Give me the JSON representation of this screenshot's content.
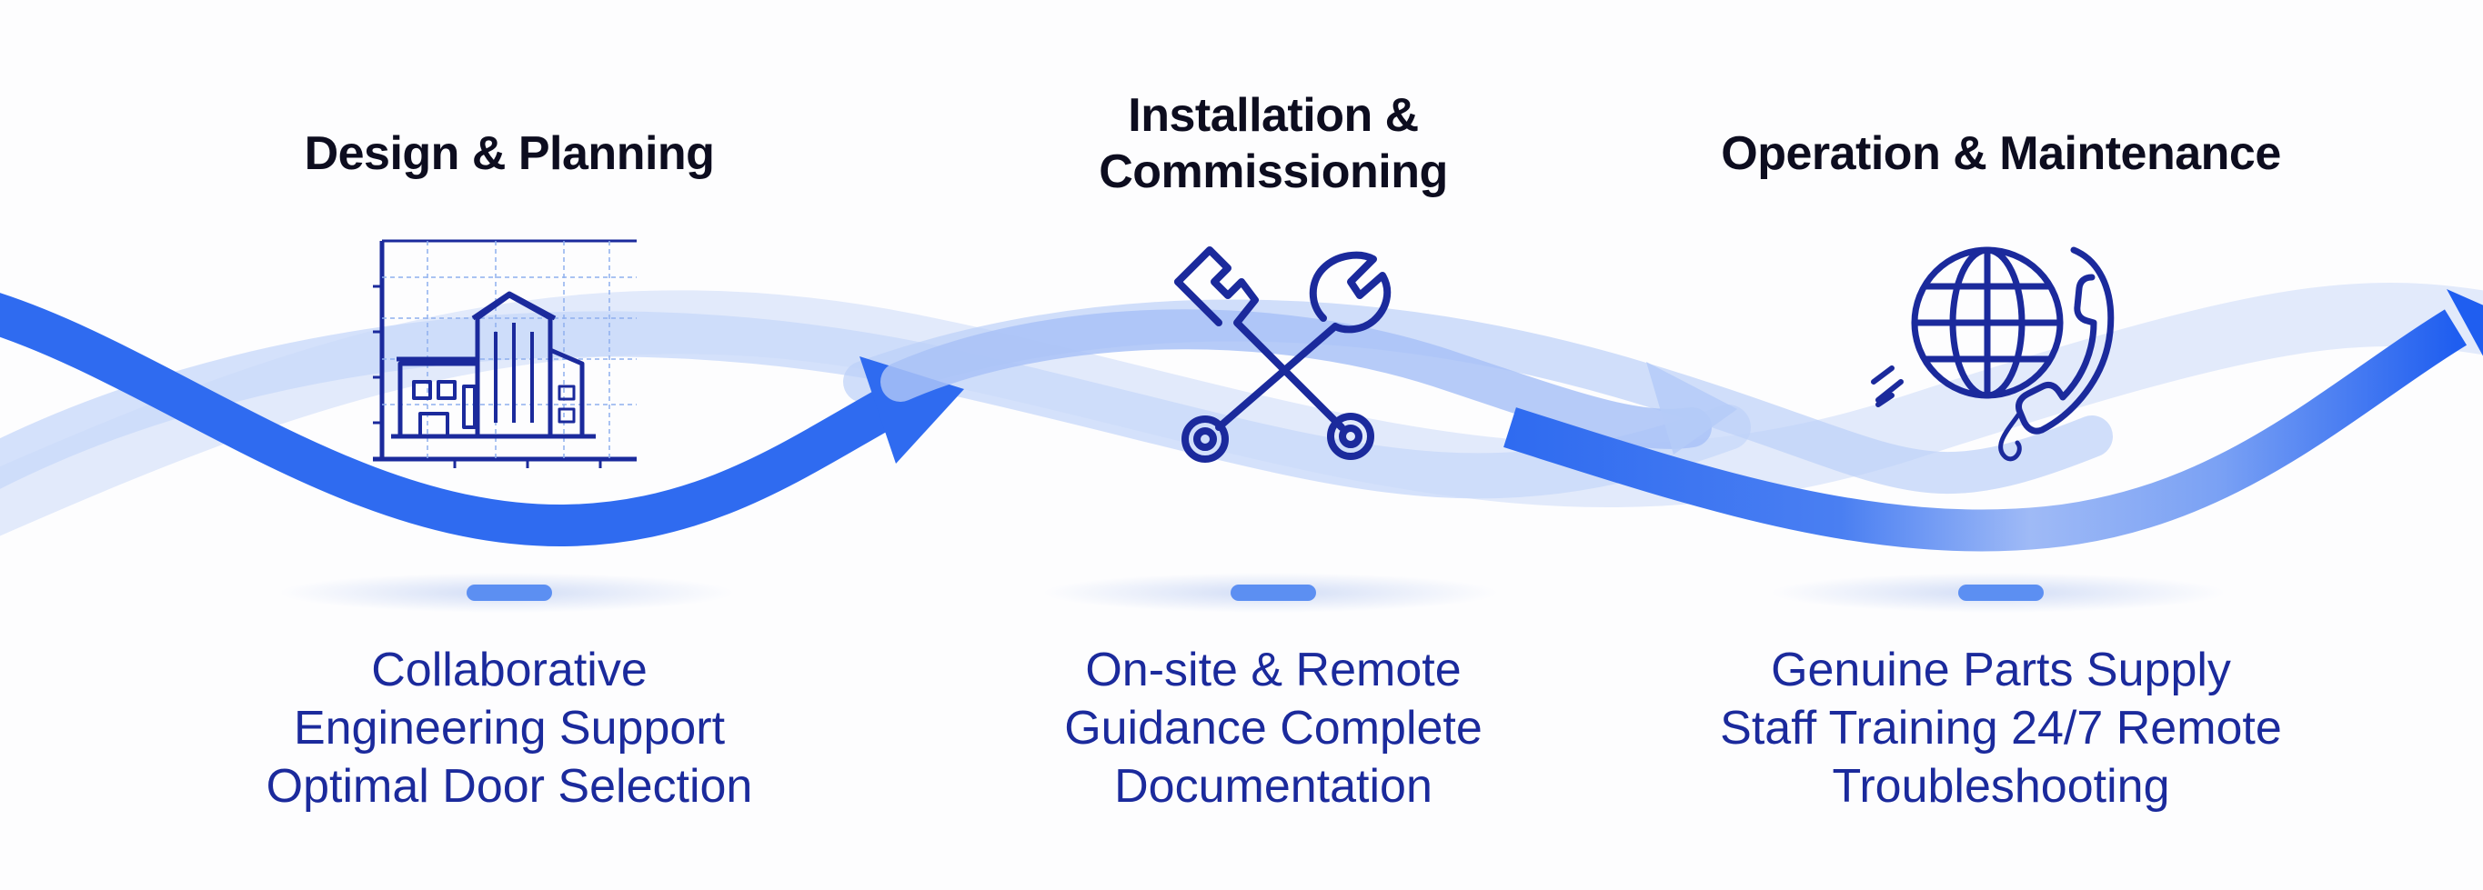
{
  "colors": {
    "arrow": "#2f6bf0",
    "arrow_soft": "#a9c2f7",
    "icon": "#1b2a9c",
    "title": "#0d0d1f",
    "desc": "#1b2a9c",
    "divider": "#5c8ff2"
  },
  "stages": [
    {
      "title_lines": [
        "Design & Planning"
      ],
      "icon": "blueprint-building-icon",
      "desc_lines": [
        "Collaborative",
        "Engineering Support",
        "Optimal Door Selection"
      ]
    },
    {
      "title_lines": [
        "Installation &",
        "Commissioning"
      ],
      "icon": "crossed-wrenches-icon",
      "desc_lines": [
        "On-site & Remote",
        "Guidance Complete",
        "Documentation"
      ]
    },
    {
      "title_lines": [
        "Operation & Maintenance"
      ],
      "icon": "globe-phone-icon",
      "desc_lines": [
        "Genuine Parts Supply",
        "Staff Training 24/7 Remote",
        "Troubleshooting"
      ]
    }
  ]
}
